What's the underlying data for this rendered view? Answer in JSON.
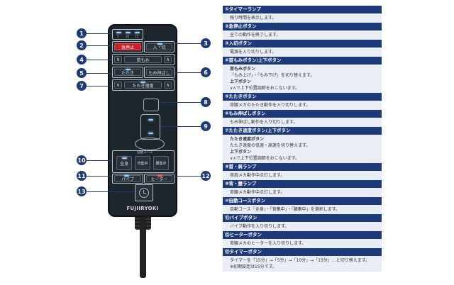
{
  "remote": {
    "brand": "FUJIIRYOKI",
    "timer_leds": [
      "5",
      "10",
      "15"
    ],
    "buttons": {
      "emergency_stop": "急停止",
      "power": "入・切",
      "neck_massage": "首もみ",
      "tapping": "たたき",
      "stretch": "もみ伸ばし",
      "tapping_speed": "たたき速度",
      "auto_course_label": "自動コース",
      "auto_full": "全身",
      "auto_back": "背集中",
      "auto_waist": "腰集中",
      "vibe": "バイブ",
      "heater": "ヒーター"
    },
    "arrows": {
      "down": "∨",
      "up": "∧"
    },
    "callouts": [
      "1",
      "2",
      "3",
      "4",
      "5",
      "6",
      "7",
      "8",
      "9",
      "10",
      "11",
      "12",
      "13"
    ]
  },
  "sections": [
    {
      "title": "①タイマーランプ",
      "lines": [
        "残り時間を表示します。"
      ]
    },
    {
      "title": "②急停止ボタン",
      "lines": [
        "全ての動作を終了します。"
      ]
    },
    {
      "title": "③入切ボタン",
      "lines": [
        "電源を入り切りします。"
      ]
    },
    {
      "title": "④首もみボタン/上下ボタン",
      "subs": [
        {
          "label": "首もみボタン",
          "text": "「もみ上げ」・「もみ下げ」を切り替えます。"
        },
        {
          "label": "上下ボタン",
          "text": "∨∧で上下位置調節をおこないます。"
        }
      ]
    },
    {
      "title": "⑤たたきボタン",
      "lines": [
        "背腰メカのたたき動作を入り切りします。"
      ]
    },
    {
      "title": "⑥もみ伸ばしボタン",
      "lines": [
        "もみ伸ばし動作を入り切りします。"
      ]
    },
    {
      "title": "⑦たたき速度ボタン/上下ボタン",
      "subs": [
        {
          "label": "たたき速度ボタン",
          "text": "たたき速度の低速・高速を切り替えます。"
        },
        {
          "label": "上下ボタン",
          "text": "∨∧で上下位置調節をおこないます。"
        }
      ]
    },
    {
      "title": "⑧首・肩ランプ",
      "lines": [
        "首肩メカ動作中点灯します。"
      ]
    },
    {
      "title": "⑨背・腰ランプ",
      "lines": [
        "背腰メカ動作中点灯します。"
      ]
    },
    {
      "title": "⑩自動コースボタン",
      "lines": [
        "自動コース「全身」・「背集中」・「腰集中」を選択します。"
      ]
    },
    {
      "title": "⑪バイブボタン",
      "lines": [
        "バイブ動作を入り切りします。"
      ]
    },
    {
      "title": "⑫ヒーターボタン",
      "lines": [
        "背腰メカのヒーターを入り切りします。"
      ]
    },
    {
      "title": "⑬タイマーボタン",
      "lines": [
        "タイマーを「15分」→「5分」→「10分」→「15分」…と切り替えます。",
        "※初期設定は15分です。"
      ]
    }
  ],
  "colors": {
    "header": "#1f3a78",
    "body_bg": "#e9edf5",
    "remote": "#1e262d",
    "stop_red": "#c9202a",
    "led_blue": "#9fd0ff"
  }
}
